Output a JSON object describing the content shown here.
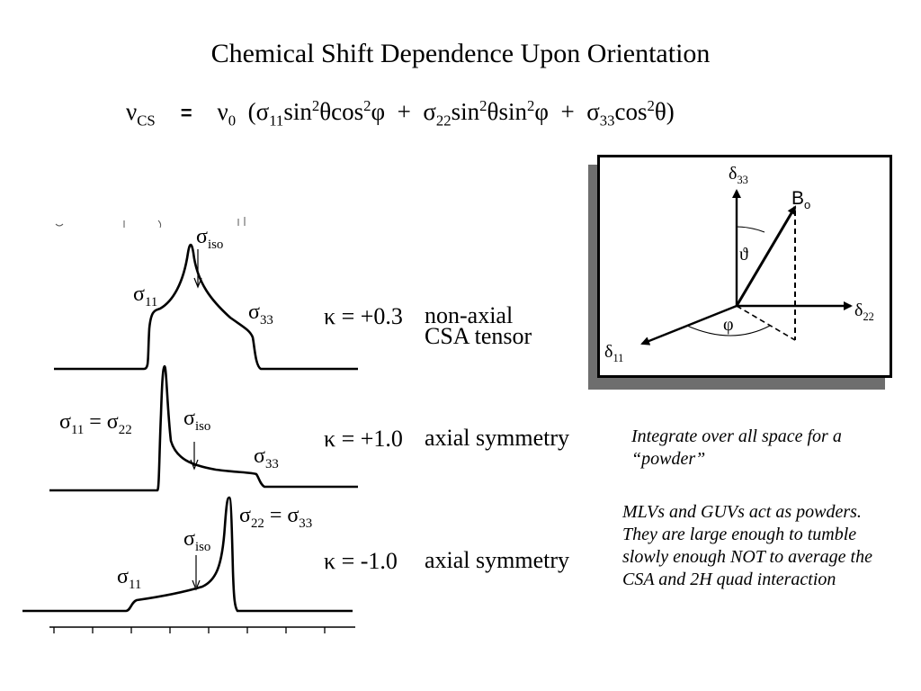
{
  "title": "Chemical Shift Dependence Upon Orientation",
  "equation": {
    "lhs": "ν",
    "lhs_sub": "CS",
    "equals": "=",
    "nu0": "ν",
    "nu0_sub": "0",
    "t1_open": "(σ",
    "t1_sub": "11",
    "t1_a": "sin",
    "t1_sup1": "2",
    "t1_b": "θcos",
    "t1_sup2": "2",
    "t1_c": "φ",
    "plus1": "+",
    "t2_a": "σ",
    "t2_sub": "22",
    "t2_b": "sin",
    "t2_sup1": "2",
    "t2_c": "θsin",
    "t2_sup2": "2",
    "t2_d": "φ",
    "plus2": "+",
    "t3_a": "σ",
    "t3_sub": "33",
    "t3_b": "cos",
    "t3_sup": "2",
    "t3_c": "θ)"
  },
  "spectra": {
    "top": {
      "iso": "σ",
      "iso_sub": "iso",
      "s11": "σ",
      "s11_sub": "11",
      "s33": "σ",
      "s33_sub": "33",
      "kappa": "κ = +0.3",
      "desc_line1": "non-axial",
      "desc_line2": "CSA tensor"
    },
    "middle": {
      "s11": "σ",
      "s11_sub": "11",
      "eq": " = σ",
      "s22_sub": "22",
      "iso": "σ",
      "iso_sub": "iso",
      "s33": "σ",
      "s33_sub": "33",
      "kappa": "κ = +1.0",
      "desc": "axial symmetry"
    },
    "bottom": {
      "s22": "σ",
      "s22_sub": "22",
      "eq": " = σ",
      "s33_sub": "33",
      "iso": "σ",
      "iso_sub": "iso",
      "s11": "σ",
      "s11_sub": "11",
      "kappa": "κ = -1.0",
      "desc": "axial symmetry"
    }
  },
  "axes_diagram": {
    "d33": "δ",
    "d33_sub": "33",
    "b0": "B",
    "b0_sub": "o",
    "theta": "ϑ",
    "phi": "φ",
    "d22": "δ",
    "d22_sub": "22",
    "d11": "δ",
    "d11_sub": "11"
  },
  "notes": {
    "powder": "Integrate over all space for a “powder”",
    "mlv": "MLVs and GUVs act as powders. They are large enough to tumble slowly enough NOT to average the CSA and 2H quad interaction"
  }
}
